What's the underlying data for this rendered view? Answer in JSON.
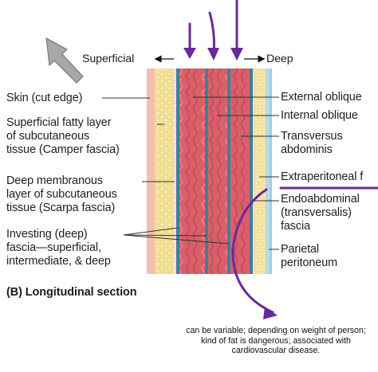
{
  "figure": {
    "direction": {
      "superficial": "Superficial",
      "deep": "Deep"
    },
    "left_labels": [
      {
        "id": "skin",
        "text": "Skin (cut edge)"
      },
      {
        "id": "camper",
        "text": "Superficial fatty layer\nof subcutaneous\ntissue (Camper fascia)"
      },
      {
        "id": "scarpa",
        "text": "Deep membranous\nlayer of subcutaneous\ntissue (Scarpa fascia)"
      },
      {
        "id": "investing",
        "text": "Investing (deep)\nfascia—superficial,\nintermediate, & deep"
      }
    ],
    "right_labels": [
      {
        "id": "external-oblique",
        "text": "External oblique"
      },
      {
        "id": "internal-oblique",
        "text": "Internal oblique"
      },
      {
        "id": "transversus",
        "text": "Transversus\nabdominis"
      },
      {
        "id": "extraperitoneal",
        "text": "Extraperitoneal f"
      },
      {
        "id": "endoabdominal",
        "text": "Endoabdominal\n(transversalis)\nfascia"
      },
      {
        "id": "parietal",
        "text": "Parietal\nperitoneum"
      }
    ],
    "caption": "(B) Longitudinal section"
  },
  "annotation": {
    "note": "can be variable; depending on weight of person;\nkind of fat is dangerous; associated with\ncardiovascular disease.",
    "ink_color": "#6a2a9c"
  },
  "colors": {
    "fat": "#f3dd8c",
    "muscle": "#d9606a",
    "fascia_blue": "#3f7f9c",
    "skin": "#f2c0b0",
    "peritoneum": "#b9d8e8"
  }
}
